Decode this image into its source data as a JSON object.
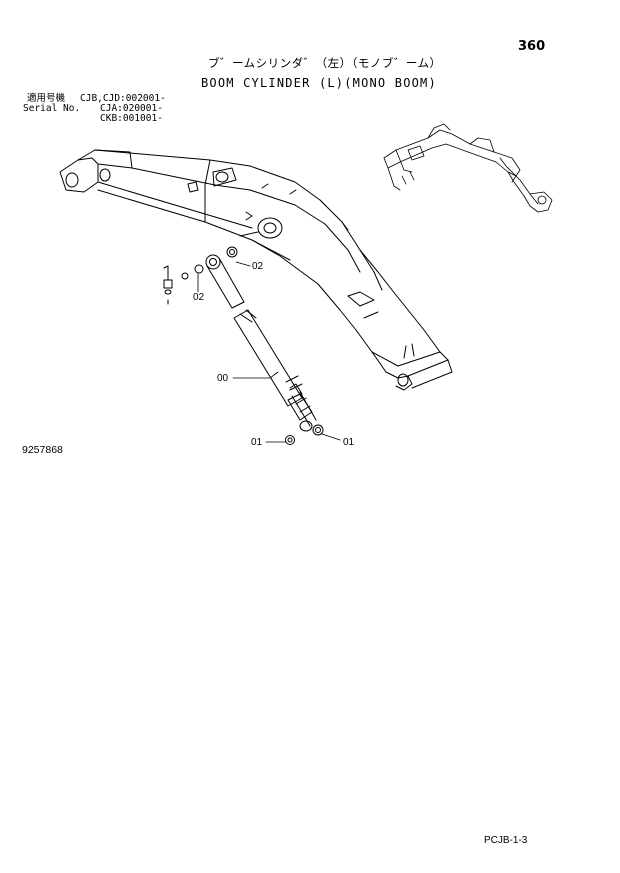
{
  "page_number": "360",
  "title_jp": "ブ゛ームシリンダ゛（左）（モノブ゛ーム）",
  "title_en": "BOOM CYLINDER (L)(MONO BOOM)",
  "serial": {
    "label_jp": "適用号機",
    "label_en": "Serial No.",
    "line1": "CJB,CJD:002001-",
    "line2": "CJA:020001-",
    "line3": "CKB:001001-"
  },
  "drawing_number": "9257868",
  "callouts": {
    "assembly": "00",
    "pin_bushing_top_a": "02",
    "pin_bushing_top_b": "02",
    "bushing_bottom_left": "01",
    "bushing_bottom_right": "01"
  },
  "footer": "PCJB-1-3"
}
